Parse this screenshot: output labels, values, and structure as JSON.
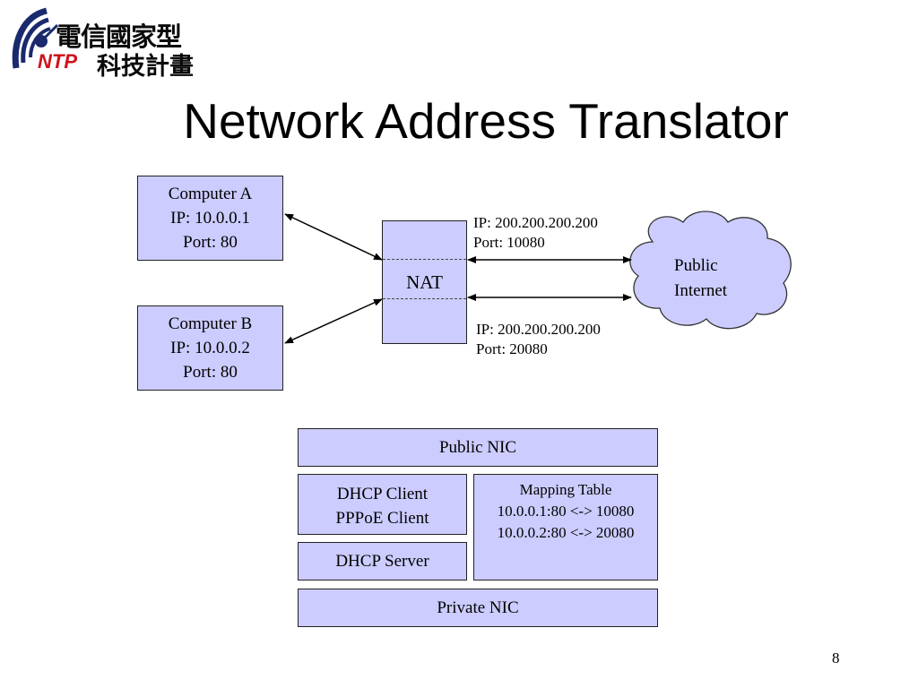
{
  "logo": {
    "line1": "電信國家型",
    "ntp": "NTP",
    "line2": "科技計畫"
  },
  "title": "Network Address Translator",
  "diagram": {
    "computer_a": [
      "Computer A",
      "IP: 10.0.0.1",
      "Port: 80"
    ],
    "computer_b": [
      "Computer B",
      "IP: 10.0.0.2",
      "Port: 80"
    ],
    "nat": "NAT",
    "upper_link": {
      "ip": "IP: 200.200.200.200",
      "port": "Port: 10080"
    },
    "lower_link": {
      "ip": "IP: 200.200.200.200",
      "port": "Port: 20080"
    },
    "cloud": [
      "Public",
      "Internet"
    ]
  },
  "stack": {
    "public_nic": "Public NIC",
    "dhcp_client": [
      "DHCP Client",
      "PPPoE Client"
    ],
    "mapping_table": [
      "Mapping Table",
      "10.0.0.1:80 <-> 10080",
      "10.0.0.2:80 <-> 20080"
    ],
    "dhcp_server": "DHCP Server",
    "private_nic": "Private NIC"
  },
  "page_number": "8",
  "colors": {
    "box_fill": "#ccccff",
    "logo_red": "#d0121b"
  }
}
